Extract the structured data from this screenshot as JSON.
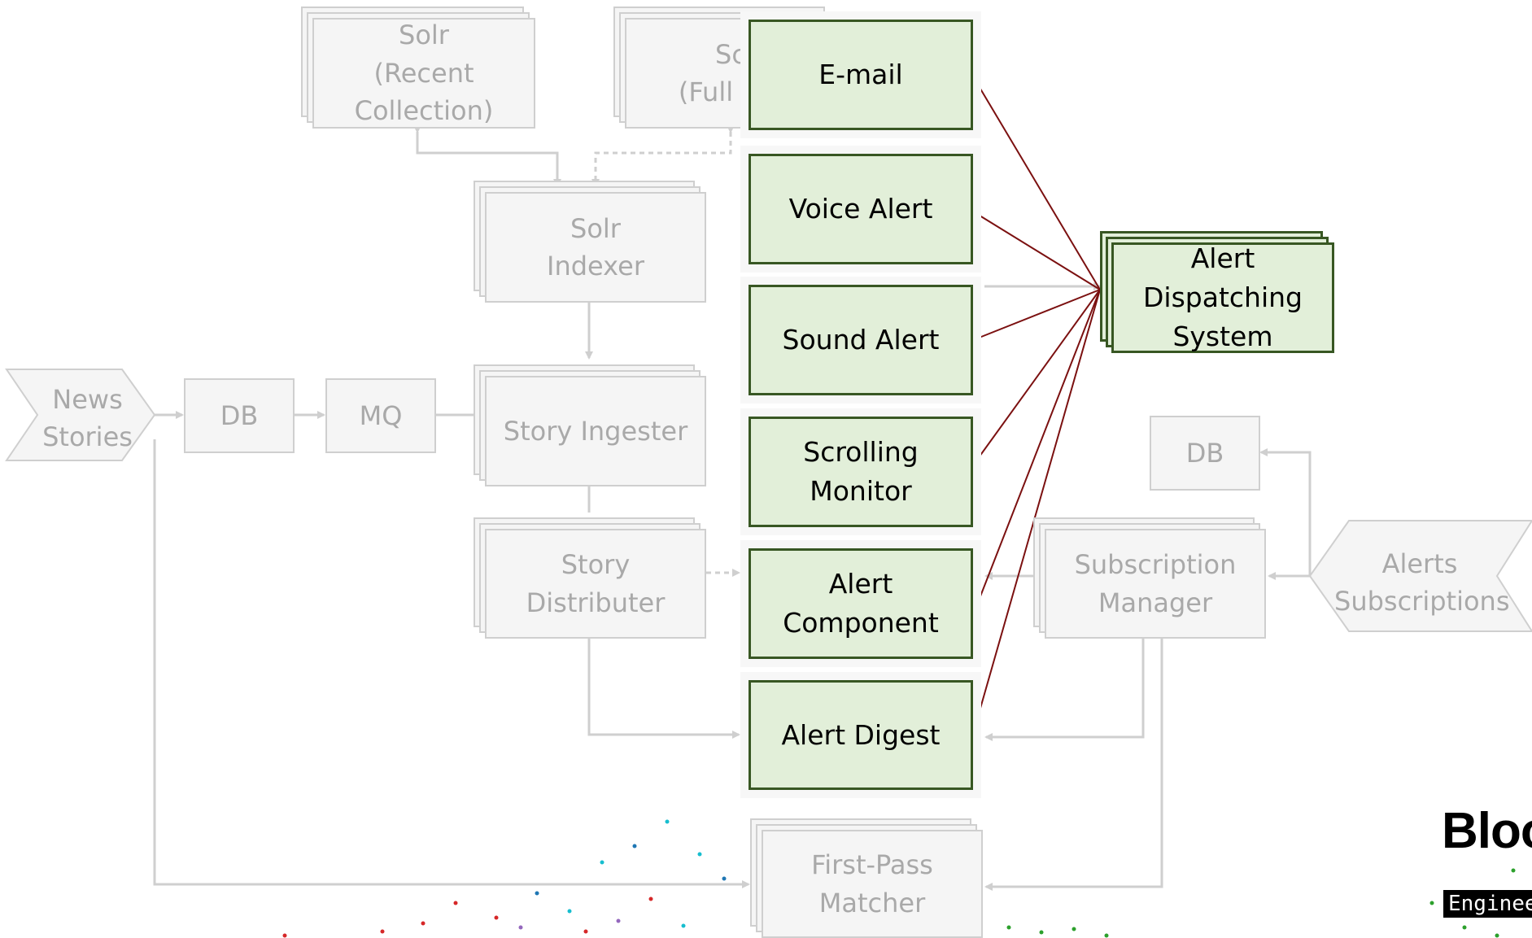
{
  "diagram": {
    "nodes": {
      "news_stories": "News\nStories",
      "db_left": "DB",
      "mq": "MQ",
      "solr_recent": "Solr\n(Recent\nCollection)",
      "solr_full": "Sc\n(Full Col",
      "solr_indexer": "Solr\nIndexer",
      "story_ingester": "Story Ingester",
      "story_distributer": "Story\nDistributer",
      "first_pass_matcher": "First-Pass\nMatcher",
      "email": "E-mail",
      "voice_alert": "Voice Alert",
      "sound_alert": "Sound Alert",
      "scrolling_monitor": "Scrolling\nMonitor",
      "alert_component": "Alert\nComponent",
      "alert_digest": "Alert Digest",
      "alert_dispatching": "Alert\nDispatching\nSystem",
      "db_right": "DB",
      "subscription_manager": "Subscription\nManager",
      "alerts_subscriptions": "Alerts\nSubscriptions"
    },
    "colors": {
      "dim_fill": "#f5f5f5",
      "dim_border": "#cfcfcf",
      "dim_text": "#a9a9a9",
      "green_fill": "#e2efd9",
      "green_border": "#385723",
      "dispatch_arrow": "#7b1010"
    }
  },
  "brand": {
    "name": "Bloo",
    "tag": "Enginee"
  }
}
